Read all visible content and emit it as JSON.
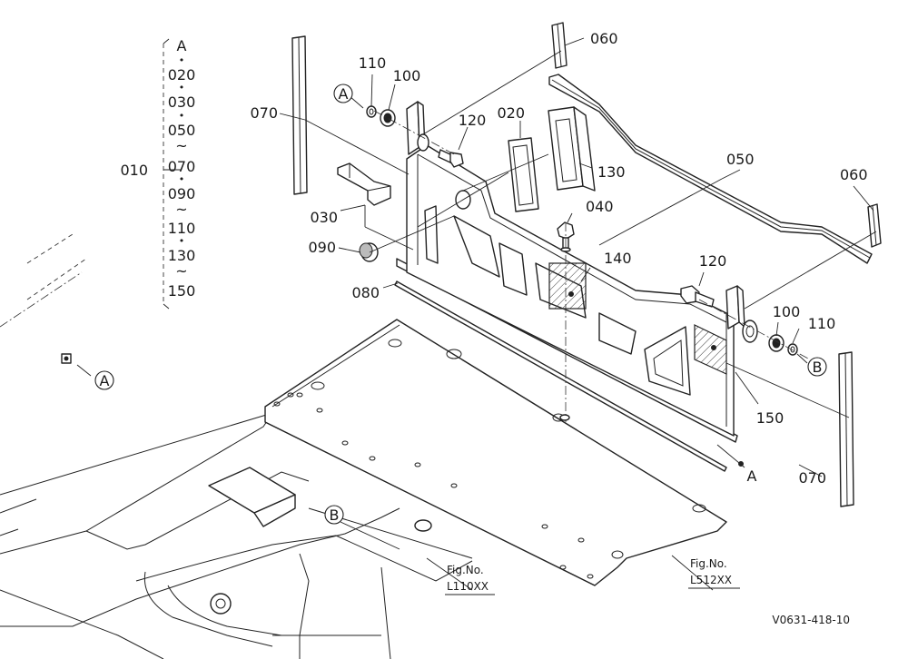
{
  "diagram": {
    "code": "V0631-418-10",
    "group": {
      "label": "010",
      "items": [
        "A",
        "•",
        "020",
        "•",
        "030",
        "•",
        "050",
        "~",
        "070",
        "•",
        "090",
        "~",
        "110",
        "•",
        "130",
        "~",
        "150"
      ]
    },
    "part_labels": {
      "p020": "020",
      "p030": "030",
      "p040": "040",
      "p050": "050",
      "p060a": "060",
      "p060b": "060",
      "p070a": "070",
      "p070b": "070",
      "p080": "080",
      "p090": "090",
      "p100a": "100",
      "p100b": "100",
      "p110a": "110",
      "p110b": "110",
      "p120a": "120",
      "p120b": "120",
      "p130": "130",
      "p140": "140",
      "p150": "150"
    },
    "refs": {
      "a_circle_left": "A",
      "a_circle_top": "A",
      "b_circle_right": "B",
      "b_circle_bottom": "B",
      "a_plain": "A"
    },
    "fig_refs": [
      {
        "prefix": "Fig.No.",
        "number": "L110XX"
      },
      {
        "prefix": "Fig.No.",
        "number": "L512XX"
      }
    ]
  }
}
